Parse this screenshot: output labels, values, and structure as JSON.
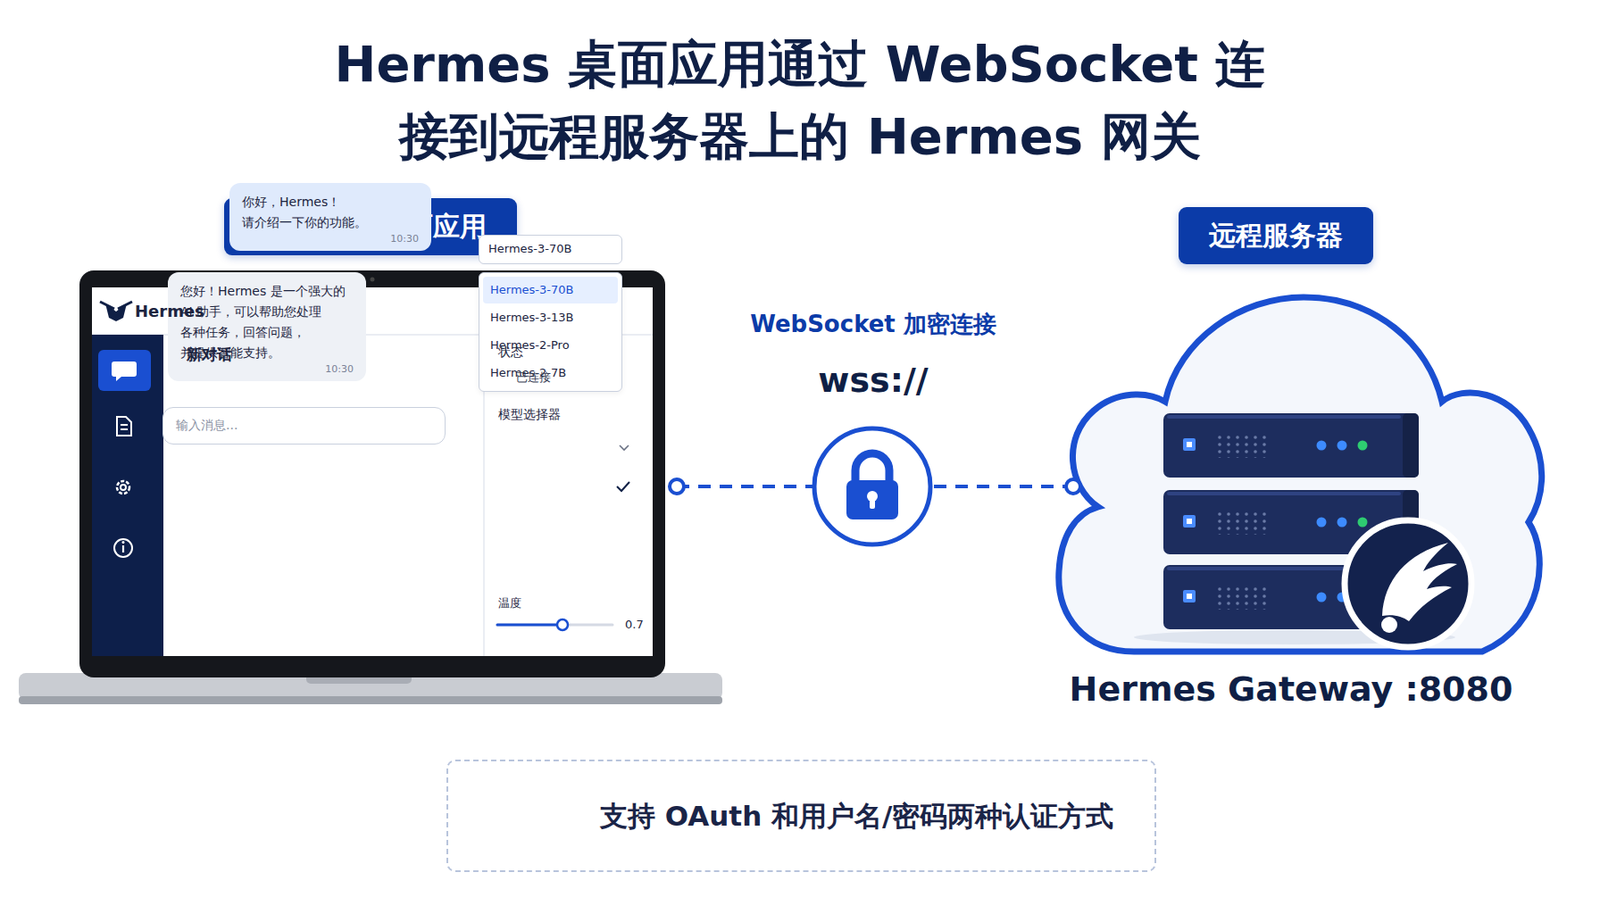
{
  "diagram": {
    "title": "Hermes 桌面应用通过 WebSocket 连接到远程服务器上的 Hermes 网关",
    "nodes": [
      {
        "text": [
          "Hermes 桌面应用"
        ]
      },
      {
        "text": [
          "你好，Hermes！ 请介绍一下你的功能。",
          "10:30"
        ],
        "in": 0
      },
      {
        "text": [
          "您好！Hermes 是一个强大的 AI 助手，可以帮助您处理 各种任务，回答问题， 并提供智能支持。",
          "10:30"
        ],
        "in": 0
      },
      {
        "text": [
          "输入消息..."
        ],
        "in": 0
      },
      {
        "text": [
          "Hermes-3-70B"
        ],
        "in": 0
      },
      {
        "text": [
          "Hermes-3-70B",
          "Hermes-3-13B",
          "Hermes-2-Pro",
          "Hermes-2-7B"
        ],
        "in": 0
      },
      {
        "text": [
          "远程服务器",
          "Hermes Gateway :8080"
        ]
      },
      {
        "text": [
          "支持 OAuth 和用户名/密码两种认证方式"
        ]
      }
    ],
    "edges": [
      {
        "from": 0,
        "to": 6,
        "arrow": "none"
      }
    ],
    "labels": [
      "Hermes",
      "新对话",
      "状态",
      "已连接",
      "模型选择器",
      "温度",
      "0.7",
      "WebSocket 加密连接",
      "wss://"
    ]
  }
}
